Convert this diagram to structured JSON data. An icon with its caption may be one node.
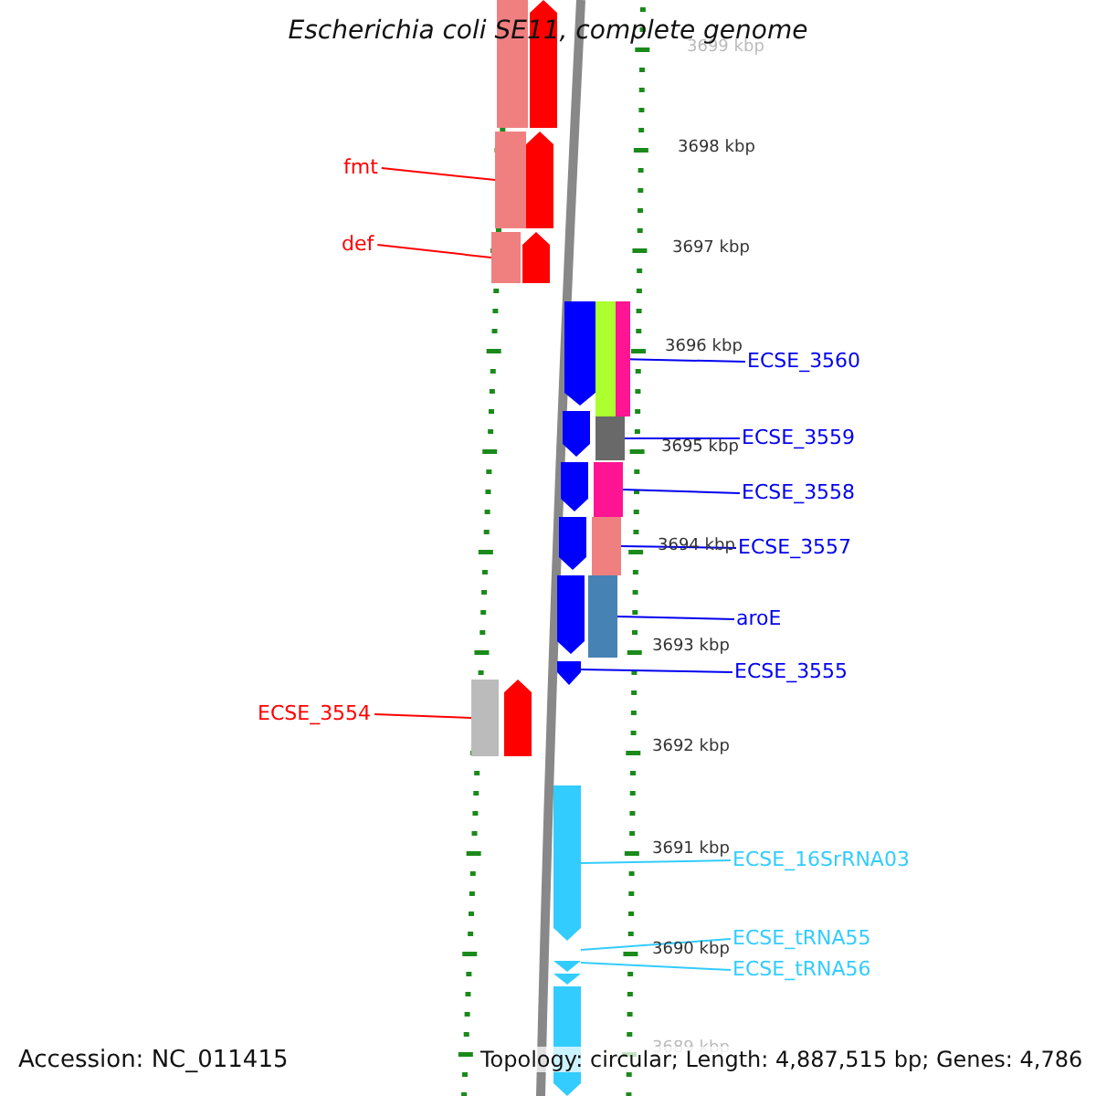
{
  "diagram": {
    "title": "Escherichia coli SE11, complete genome",
    "nodes": [
      {
        "text": [
          "fmt"
        ]
      },
      {
        "text": [
          "def"
        ]
      },
      {
        "text": [
          "ECSE_3560"
        ]
      },
      {
        "text": [
          "ECSE_3559"
        ]
      },
      {
        "text": [
          "ECSE_3558"
        ]
      },
      {
        "text": [
          "ECSE_3557"
        ]
      },
      {
        "text": [
          "aroE"
        ]
      },
      {
        "text": [
          "ECSE_3555"
        ]
      },
      {
        "text": [
          "ECSE_3554"
        ]
      },
      {
        "text": [
          "ECSE_16SrRNA03"
        ]
      },
      {
        "text": [
          "ECSE_tRNA55"
        ]
      },
      {
        "text": [
          "ECSE_tRNA56"
        ]
      },
      {
        "text": [],
        "shape": "bar"
      },
      {
        "text": [],
        "shape": "bar"
      },
      {
        "text": [],
        "shape": "bar"
      },
      {
        "text": [],
        "shape": "bar"
      },
      {
        "text": [],
        "shape": "bar"
      },
      {
        "text": [],
        "shape": "bar"
      },
      {
        "text": [],
        "shape": "bar"
      },
      {
        "text": [],
        "shape": "arrow"
      },
      {
        "text": [],
        "shape": "bar"
      },
      {
        "text": [],
        "shape": "arrow"
      },
      {
        "text": [],
        "shape": "arrow"
      },
      {
        "text": [],
        "shape": "arrow"
      },
      {
        "text": [],
        "shape": "bar"
      },
      {
        "text": [],
        "shape": "arrow"
      },
      {
        "text": [],
        "shape": "arrow"
      },
      {
        "text": [],
        "shape": "arrow"
      },
      {
        "text": [],
        "shape": "arrow"
      },
      {
        "text": [],
        "shape": "arrow"
      },
      {
        "text": [],
        "shape": "arrow"
      },
      {
        "text": [],
        "shape": "arrow"
      },
      {
        "text": [],
        "shape": "arrow"
      },
      {
        "text": [],
        "shape": "bar"
      },
      {
        "text": [],
        "shape": "arrow"
      },
      {
        "text": [],
        "shape": "arrow"
      }
    ],
    "edges": [
      {
        "from": 0,
        "to": 12,
        "arrow": "none",
        "color": "#ff0000"
      },
      {
        "from": 1,
        "to": 13,
        "arrow": "none",
        "color": "#ff0000"
      },
      {
        "from": 2,
        "to": 14,
        "arrow": "none"
      },
      {
        "from": 3,
        "to": 15,
        "arrow": "none"
      },
      {
        "from": 4,
        "to": 16,
        "arrow": "none"
      },
      {
        "from": 5,
        "to": 17,
        "arrow": "none"
      },
      {
        "from": 6,
        "to": 18,
        "arrow": "none"
      },
      {
        "from": 7,
        "to": 19,
        "arrow": "none"
      },
      {
        "from": 8,
        "to": 20,
        "arrow": "none",
        "color": "#ff0000"
      },
      {
        "from": 9,
        "to": 21,
        "arrow": "none",
        "color": "#33ccff"
      },
      {
        "from": 10,
        "to": 22,
        "arrow": "none",
        "color": "#33ccff"
      },
      {
        "from": 11,
        "to": 23,
        "arrow": "none",
        "color": "#33ccff"
      }
    ],
    "labels": [
      "3699 kbp",
      "3698 kbp",
      "3697 kbp",
      "3696 kbp",
      "3695 kbp",
      "3694 kbp",
      "3693 kbp",
      "3692 kbp",
      "3691 kbp",
      "3690 kbp",
      "3689 kbp",
      "Accession: NC_011415",
      "Topology: circular; Length: 4,887,515 bp; Genes: 4,786"
    ]
  }
}
